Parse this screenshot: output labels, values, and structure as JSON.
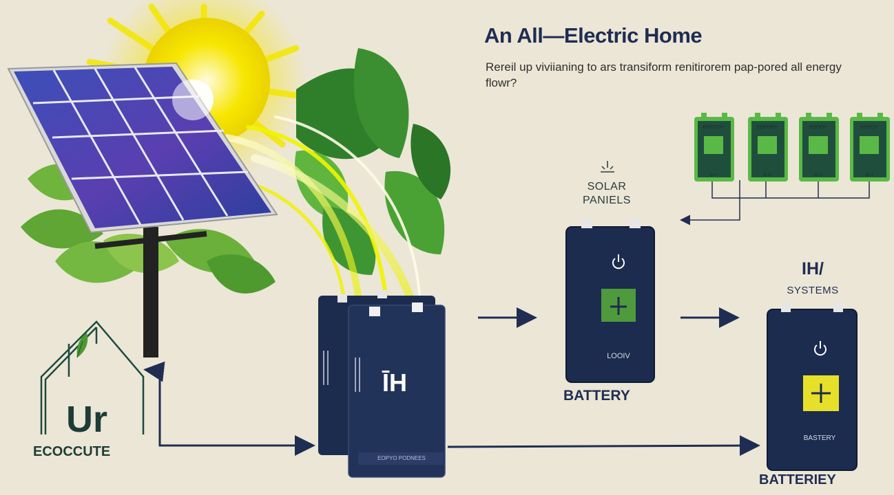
{
  "header": {
    "title": "An All—Electric Home",
    "subtitle": "Rereil up viviianing to ars transiform renitirorem pap-pored all energy flowr?"
  },
  "labels": {
    "solar_panels": "SOLAR PANIELS",
    "ih": "IH/",
    "systems": "SYSTEMS",
    "battery_middle": "BATTERY",
    "battery_middle_small": "LOOIV",
    "battery_right": "BATTERIEY",
    "battery_right_small": "BASTERY",
    "ecocute": "ECOCCUTE",
    "house_letters": "Ur",
    "big_battery_text": "ĪH",
    "big_battery_footer": "EOPYO PODNEES"
  },
  "mini_batteries": [
    {
      "top_label": "EOCOOY",
      "bottom_label": "O I I"
    },
    {
      "top_label": "EOPOOY",
      "bottom_label": "O I I"
    },
    {
      "top_label": "EOOOY",
      "bottom_label": "O I I"
    },
    {
      "top_label": "EOOOY",
      "bottom_label": "O I I"
    }
  ],
  "colors": {
    "background": "#ece6d6",
    "navy": "#1f2d52",
    "battery_fill": "#1c2c4f",
    "battery_panel": "#213359",
    "accent_green": "#4e9a3c",
    "accent_yellow": "#e6e02a",
    "sun_yellow": "#f6e300",
    "mini_green": "#5ab946",
    "mini_dark": "#1f4f3c"
  },
  "icons": {
    "sun": "sun-icon",
    "solar_panel": "solar-panel-icon",
    "leaves": "leaf-cluster-icon",
    "house": "house-outline-icon",
    "power": "power-icon",
    "plus": "plus-icon"
  }
}
